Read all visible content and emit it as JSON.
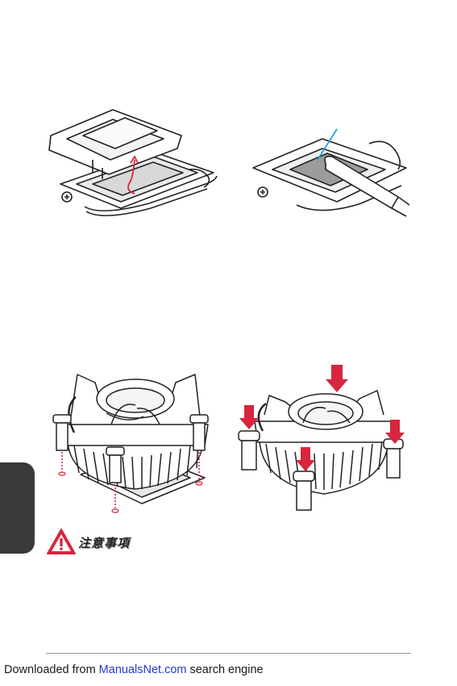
{
  "warning": {
    "heading": "注意事項",
    "icon": "warning-triangle-icon",
    "icon_color": "#d7263d"
  },
  "figures": {
    "fig1": "cpu-socket-open-load-plate",
    "fig2": "thermal-paste-application",
    "fig3": "cooler-push-pins-alignment",
    "fig4": "cooler-press-down-pins"
  },
  "colors": {
    "arrow_red": "#d7263d",
    "paste_blue": "#1ea5d8",
    "side_tab": "#3a3a3a"
  },
  "footer": {
    "prefix": "Downloaded from ",
    "link": "ManualsNet.com",
    "suffix": " search engine"
  }
}
